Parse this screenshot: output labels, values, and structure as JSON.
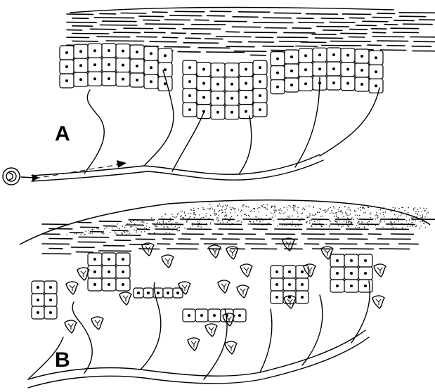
{
  "panels": [
    {
      "id": "A",
      "label": "A"
    },
    {
      "id": "B",
      "label": "B"
    }
  ],
  "colors": {
    "ink": "#000000",
    "background": "#ffffff"
  }
}
